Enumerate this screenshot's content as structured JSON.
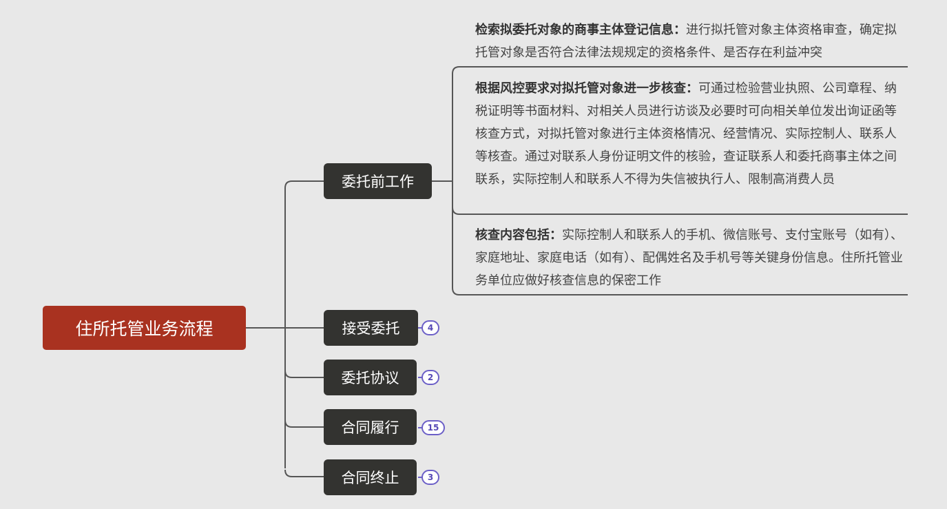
{
  "root": {
    "label": "住所托管业务流程"
  },
  "branches": [
    {
      "label": "委托前工作",
      "details": [
        {
          "heading": "检索拟委托对象的商事主体登记信息：",
          "text": "进行拟托管对象主体资格审查，确定拟托管对象是否符合法律法规规定的资格条件、是否存在利益冲突"
        },
        {
          "heading": "根据风控要求对拟托管对象进一步核查：",
          "text": "可通过检验营业执照、公司章程、纳税证明等书面材料、对相关人员进行访谈及必要时可向相关单位发出询证函等核查方式，对拟托管对象进行主体资格情况、经营情况、实际控制人、联系人等核查。通过对联系人身份证明文件的核验，查证联系人和委托商事主体之间联系，实际控制人和联系人不得为失信被执行人、限制高消费人员"
        },
        {
          "heading": "核查内容包括：",
          "text": "实际控制人和联系人的手机、微信账号、支付宝账号（如有）、家庭地址、家庭电话（如有）、配偶姓名及手机号等关键身份信息。住所托管业务单位应做好核查信息的保密工作"
        }
      ]
    },
    {
      "label": "接受委托",
      "count": "4"
    },
    {
      "label": "委托协议",
      "count": "2"
    },
    {
      "label": "合同履行",
      "count": "15"
    },
    {
      "label": "合同终止",
      "count": "3"
    }
  ],
  "colors": {
    "background": "#e8e8e8",
    "root": "#a93220",
    "branch": "#333330",
    "line": "#555555",
    "badge_border": "#6b5fc7"
  }
}
